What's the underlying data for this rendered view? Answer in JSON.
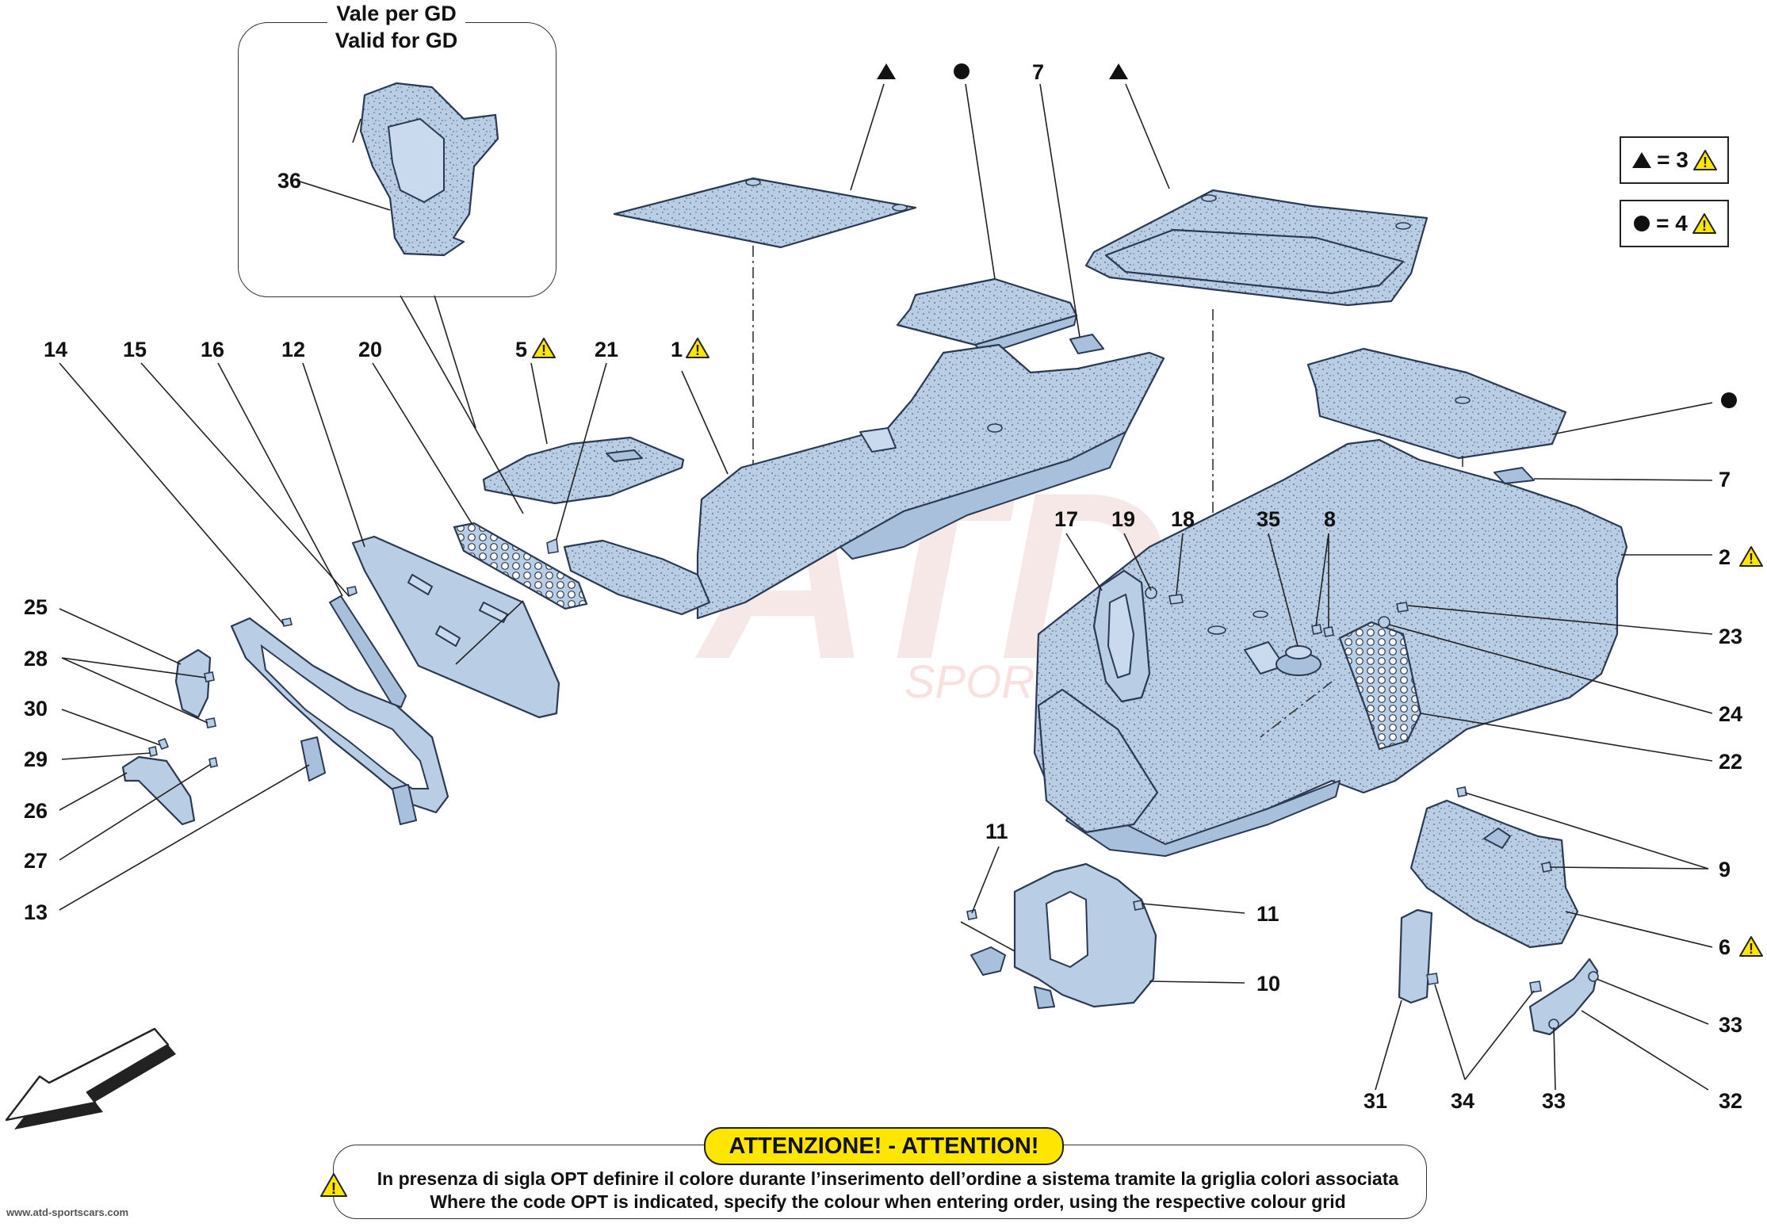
{
  "inset": {
    "title_line1": "Vale per GD",
    "title_line2": "Valid for GD"
  },
  "labels": {
    "l1": "1",
    "l2": "2",
    "l5": "5",
    "l6": "6",
    "l7a": "7",
    "l7b": "7",
    "l8": "8",
    "l9": "9",
    "l10": "10",
    "l11a": "11",
    "l11b": "11",
    "l12": "12",
    "l13": "13",
    "l14": "14",
    "l15": "15",
    "l16": "16",
    "l17": "17",
    "l18": "18",
    "l19": "19",
    "l20": "20",
    "l21": "21",
    "l22": "22",
    "l23": "23",
    "l24": "24",
    "l25": "25",
    "l26": "26",
    "l27": "27",
    "l28": "28",
    "l29": "29",
    "l30": "30",
    "l31": "31",
    "l32": "32",
    "l33a": "33",
    "l33b": "33",
    "l34": "34",
    "l35": "35",
    "l36": "36"
  },
  "legend": {
    "triangle_eq": "= 3",
    "circle_eq": "= 4"
  },
  "watermark": {
    "big": "ATD",
    "sub": "SPORTSCARS"
  },
  "notice": {
    "banner": "ATTENZIONE! - ATTENTION!",
    "line1": "In presenza di sigla OPT definire il colore durante l’inserimento dell’ordine a sistema tramite la griglia colori associata",
    "line2": "Where the code OPT is indicated, specify the colour when entering order, using the respective colour grid"
  },
  "footer": {
    "url": "www.atd-sportscars.com"
  },
  "colors": {
    "part_fill": "#b9cde4",
    "outline": "#2b3a52",
    "warning_yellow": "#ffe600",
    "watermark_red": "#f3c7c7"
  }
}
